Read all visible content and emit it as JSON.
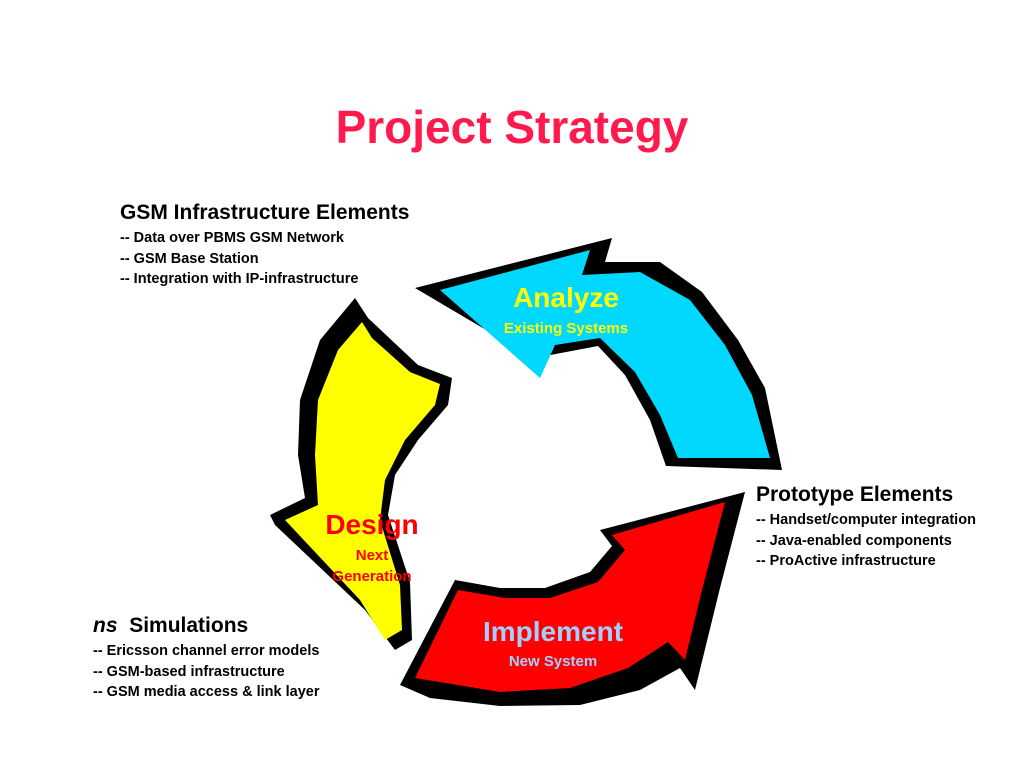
{
  "slide": {
    "title": "Project Strategy"
  },
  "colors": {
    "title": "#ff1a4d",
    "analyze_arrow": "#00d8ff",
    "design_arrow": "#ffff00",
    "implement_arrow": "#ff0000",
    "analyze_label": "#ffff00",
    "design_label": "#ff0000",
    "implement_label": "#9fd0ff",
    "outline": "#000000"
  },
  "cycle": {
    "analyze": {
      "label": "Analyze",
      "sublabel": "Existing Systems"
    },
    "design": {
      "label": "Design",
      "sublabel_line1": "Next",
      "sublabel_line2": "Generation"
    },
    "implement": {
      "label": "Implement",
      "sublabel": "New System"
    }
  },
  "notes": {
    "gsm": {
      "heading": "GSM Infrastructure Elements",
      "lines": [
        "-- Data over PBMS GSM Network",
        "-- GSM Base Station",
        "-- Integration with IP-infrastructure"
      ]
    },
    "prototype": {
      "heading": "Prototype Elements",
      "lines": [
        "-- Handset/computer integration",
        "-- Java-enabled components",
        "-- ProActive infrastructure"
      ]
    },
    "ns": {
      "heading_italic": "ns",
      "heading_rest": "Simulations",
      "lines": [
        "-- Ericsson channel error models",
        "-- GSM-based infrastructure",
        "-- GSM media access & link layer"
      ]
    }
  }
}
